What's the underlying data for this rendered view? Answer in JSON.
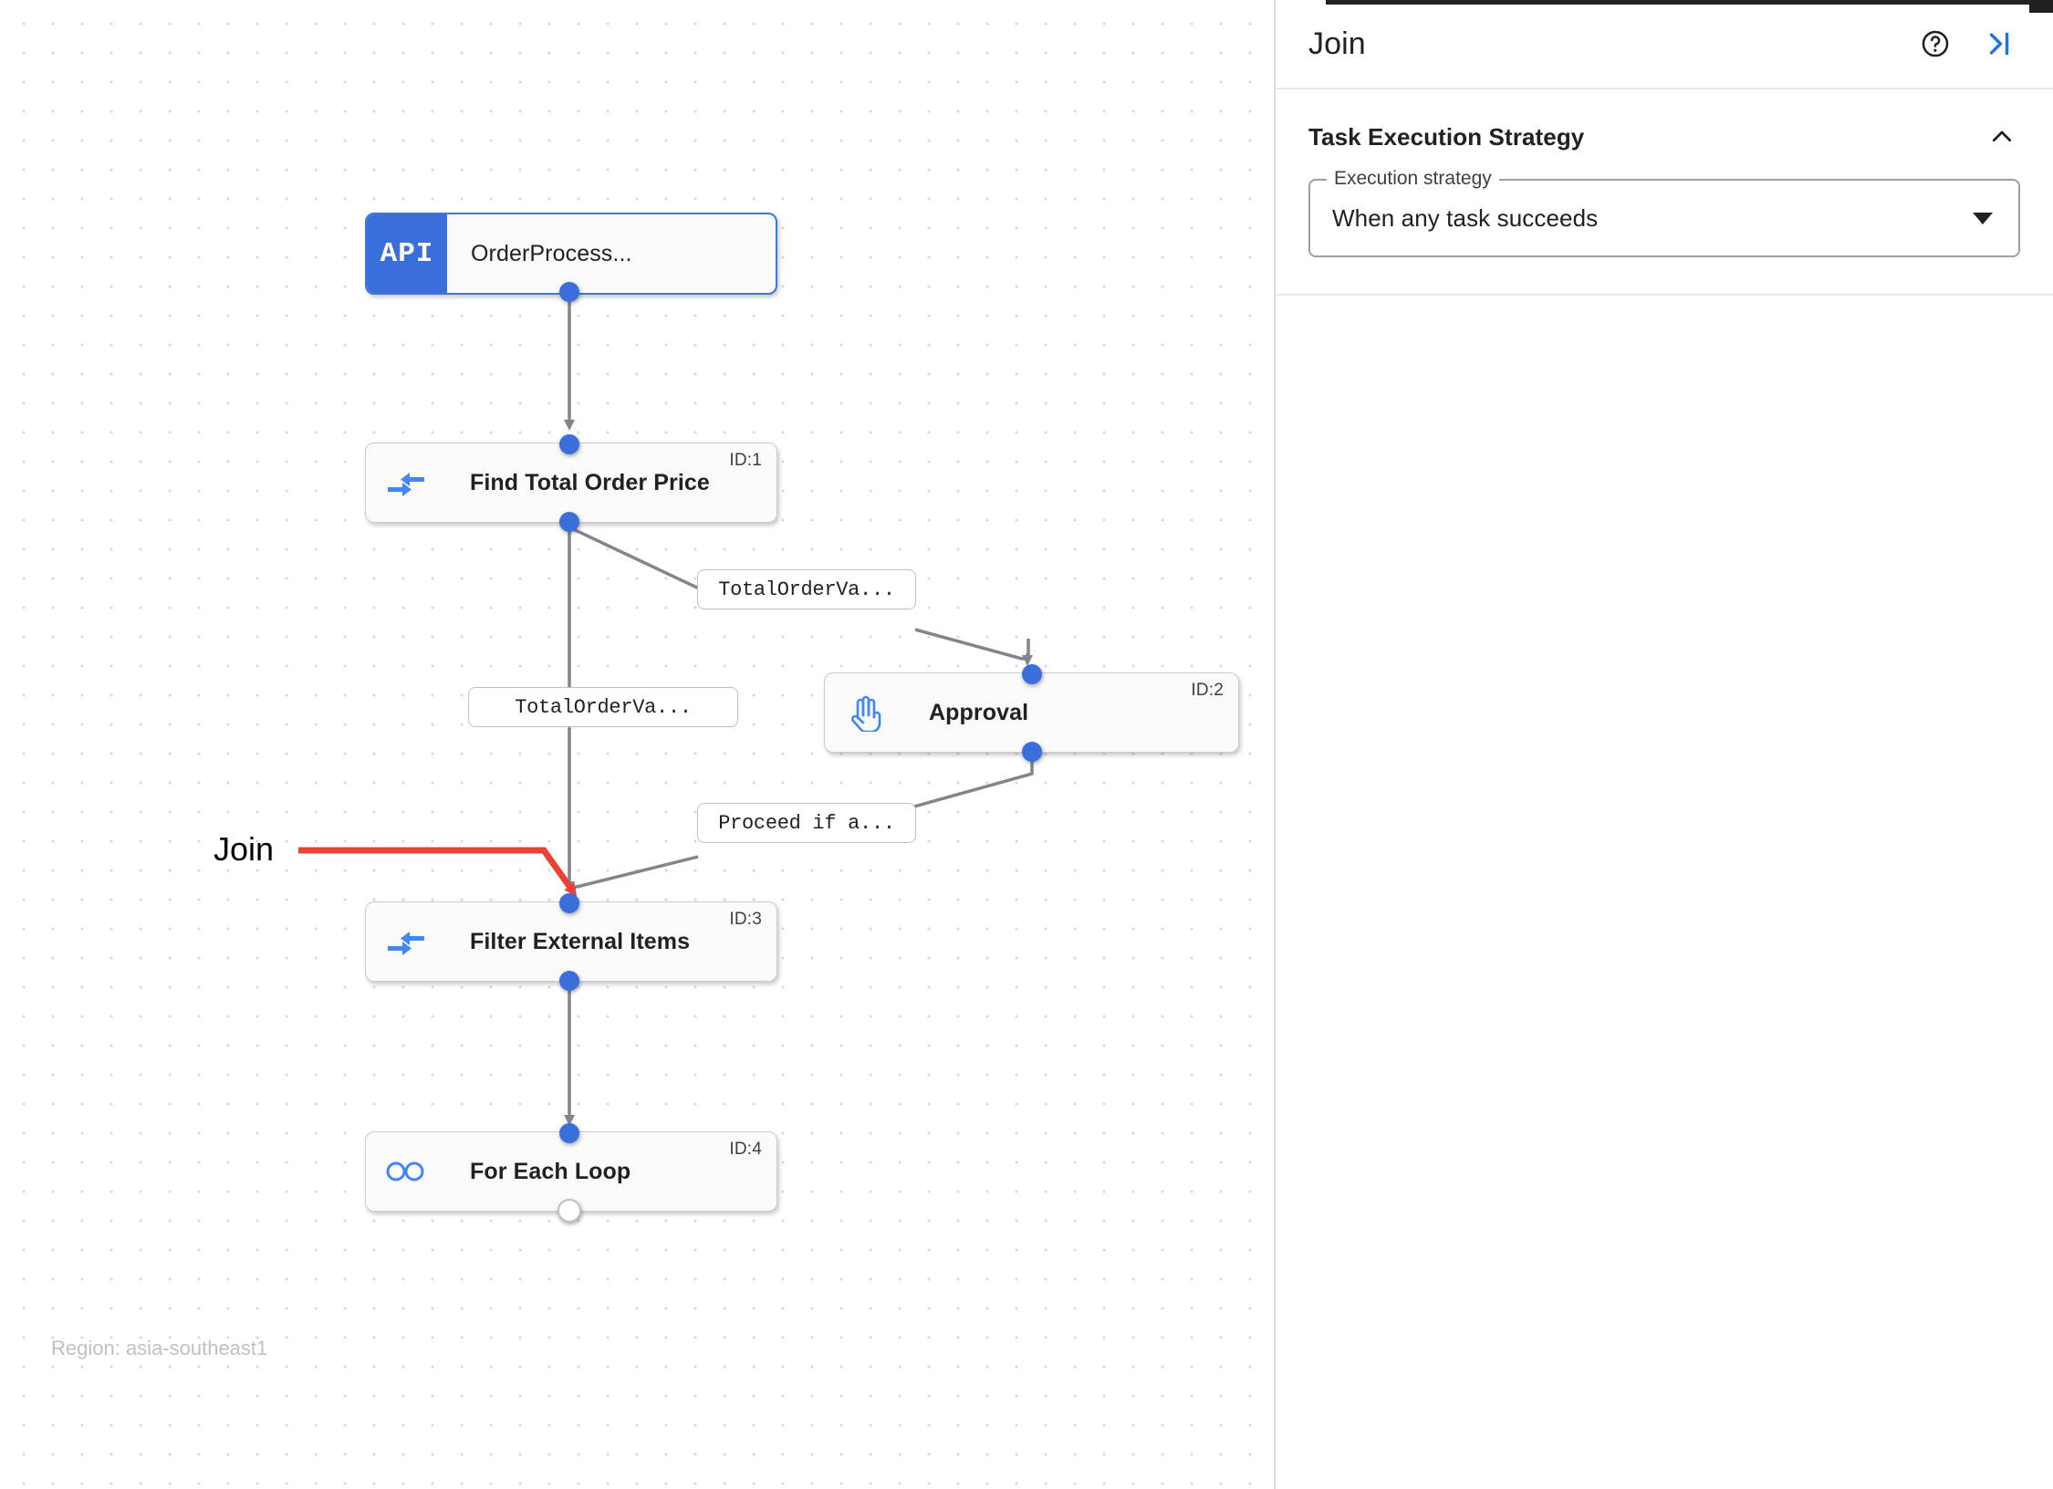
{
  "canvas": {
    "region_text": "Region: asia-southeast1",
    "annotation": {
      "label": "Join",
      "color": "#ea4335"
    },
    "nodes": [
      {
        "id": "n0",
        "title": "OrderProcess...",
        "icon": "api-icon",
        "badge": "API",
        "id_label": ""
      },
      {
        "id": "n1",
        "title": "Find Total Order Price",
        "icon": "merge-arrows-icon",
        "badge": "",
        "id_label": "ID:1"
      },
      {
        "id": "n2",
        "title": "Approval",
        "icon": "hand-icon",
        "badge": "",
        "id_label": "ID:2"
      },
      {
        "id": "n3",
        "title": "Filter External Items",
        "icon": "merge-arrows-icon",
        "badge": "",
        "id_label": "ID:3"
      },
      {
        "id": "n4",
        "title": "For Each Loop",
        "icon": "infinity-icon",
        "badge": "",
        "id_label": "ID:4"
      }
    ],
    "edge_labels": [
      {
        "text": "TotalOrderVa..."
      },
      {
        "text": "TotalOrderVa..."
      },
      {
        "text": "Proceed if a..."
      }
    ]
  },
  "panel": {
    "title": "Join",
    "help_icon": "help-circle-icon",
    "collapse_icon": "collapse-panel-icon",
    "sections": [
      {
        "title": "Task Execution Strategy",
        "collapse_icon": "chevron-up-icon",
        "field": {
          "legend": "Execution strategy",
          "value": "When any task succeeds",
          "dropdown_icon": "caret-down-icon"
        }
      }
    ]
  },
  "colors": {
    "accent_blue": "#3a6fdb",
    "link_blue": "#1a73e8",
    "annotation_red": "#ea4335",
    "edge_gray": "#80868b"
  }
}
